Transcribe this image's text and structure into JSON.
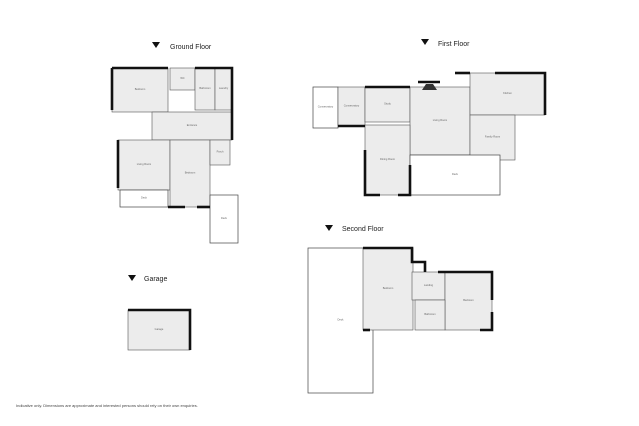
{
  "floors": {
    "ground": {
      "title": "Ground Floor",
      "rooms": [
        "Bedroom",
        "WC",
        "Bathroom",
        "Laundry",
        "Entrance",
        "Living Room",
        "Bedroom",
        "Deck",
        "Porch",
        "Deck"
      ]
    },
    "first": {
      "title": "First Floor",
      "rooms": [
        "Conservatory",
        "Conservatory",
        "Study",
        "Living Room",
        "Dining Room",
        "Kitchen",
        "Family Room",
        "Deck"
      ]
    },
    "second": {
      "title": "Second Floor",
      "rooms": [
        "Deck",
        "Bedroom",
        "Landing",
        "Bedroom",
        "Bathroom"
      ]
    },
    "garage": {
      "title": "Garage",
      "rooms": [
        "Garage"
      ]
    }
  },
  "disclaimer": "Indicative only. Dimensions are approximate and interested persons should rely on their own enquiries.",
  "colors": {
    "wall": "#111111",
    "room_fill": "#ececec"
  }
}
